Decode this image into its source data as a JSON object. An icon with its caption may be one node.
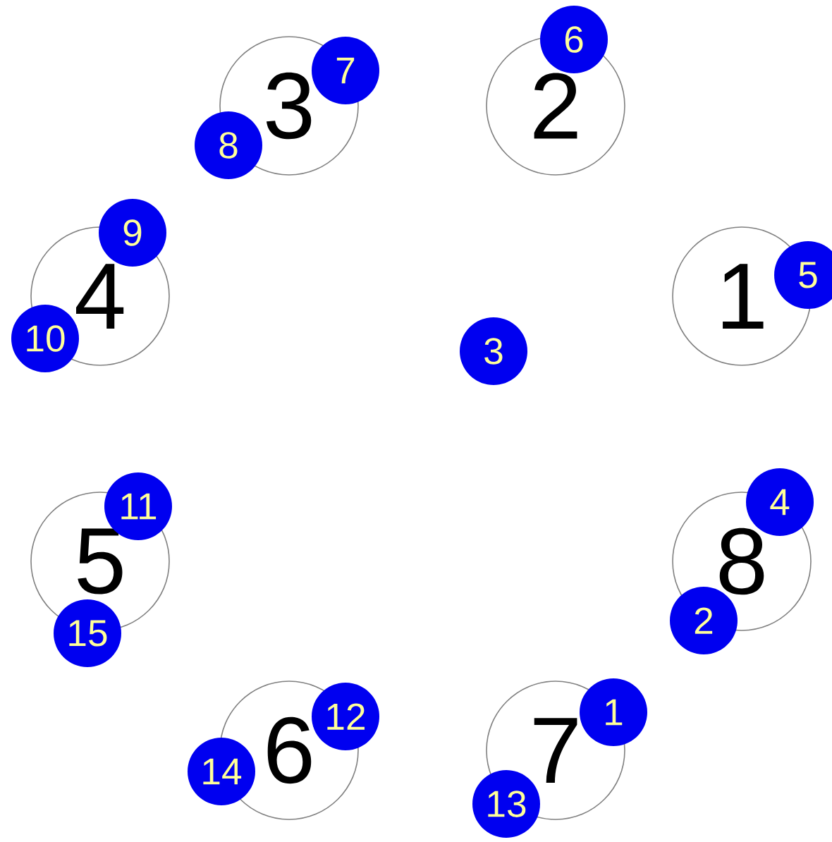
{
  "diagram": {
    "nodes": [
      {
        "text": [
          "6"
        ]
      },
      {
        "text": [
          "7"
        ]
      },
      {
        "text": [
          "2"
        ]
      },
      {
        "text": [
          "3"
        ]
      },
      {
        "text": [
          "8"
        ]
      },
      {
        "text": [
          "9"
        ]
      },
      {
        "text": [
          "4"
        ]
      },
      {
        "text": [
          "1"
        ]
      },
      {
        "text": [
          "5"
        ]
      },
      {
        "text": [
          "10"
        ]
      },
      {
        "text": [
          "3"
        ]
      },
      {
        "text": [
          "4"
        ]
      },
      {
        "text": [
          "11"
        ]
      },
      {
        "text": [
          "5"
        ]
      },
      {
        "text": [
          "8"
        ]
      },
      {
        "text": [
          "2"
        ]
      },
      {
        "text": [
          "15"
        ]
      },
      {
        "text": [
          "1"
        ]
      },
      {
        "text": [
          "12"
        ]
      },
      {
        "text": [
          "6"
        ]
      },
      {
        "text": [
          "14"
        ]
      },
      {
        "text": [
          "7"
        ]
      },
      {
        "text": [
          "13"
        ]
      }
    ]
  }
}
